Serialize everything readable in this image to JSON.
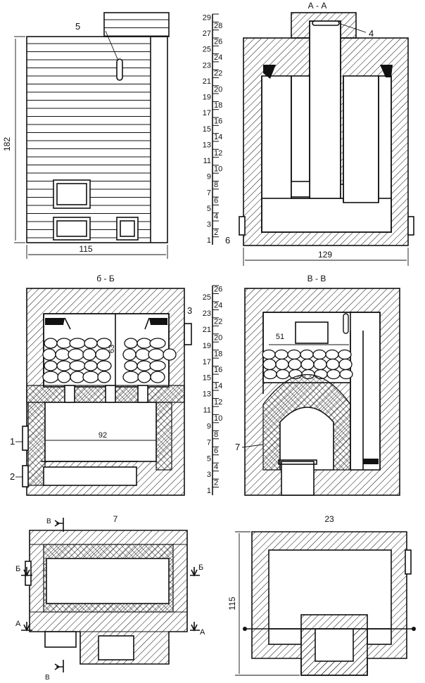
{
  "views": {
    "front": {
      "height_dim": "182",
      "width_dim": "115",
      "callout": "5"
    },
    "section_aa": {
      "title": "А - А",
      "width_dim": "129",
      "callout_top": "4",
      "callout_side": "6"
    },
    "section_bb": {
      "title": "б - Б",
      "inner_width": "92",
      "inner_height": "63",
      "callout_door": "1",
      "callout_ash": "2",
      "callout_side": "3"
    },
    "section_vv": {
      "title": "В - В",
      "inner_width": "51",
      "callout_arch": "7"
    },
    "plan_7": {
      "title": "7",
      "mark_v_top": "В",
      "mark_v_bottom": "В",
      "mark_b_left": "Б",
      "mark_b_right": "Б",
      "mark_a_left": "А",
      "mark_a_right": "А"
    },
    "plan_23": {
      "title": "23",
      "height_dim": "115"
    }
  },
  "row_scale_top": [
    "29",
    "28",
    "27",
    "26",
    "25",
    "24",
    "23",
    "22",
    "21",
    "20",
    "19",
    "18",
    "17",
    "16",
    "15",
    "14",
    "13",
    "12",
    "11",
    "10",
    "9",
    "8",
    "7",
    "6",
    "5",
    "4",
    "3",
    "2",
    "1"
  ],
  "row_scale_bottom": [
    "26",
    "25",
    "24",
    "23",
    "22",
    "21",
    "20",
    "19",
    "18",
    "17",
    "16",
    "15",
    "14",
    "13",
    "12",
    "11",
    "10",
    "9",
    "8",
    "7",
    "6",
    "5",
    "4",
    "3",
    "2",
    "1"
  ]
}
